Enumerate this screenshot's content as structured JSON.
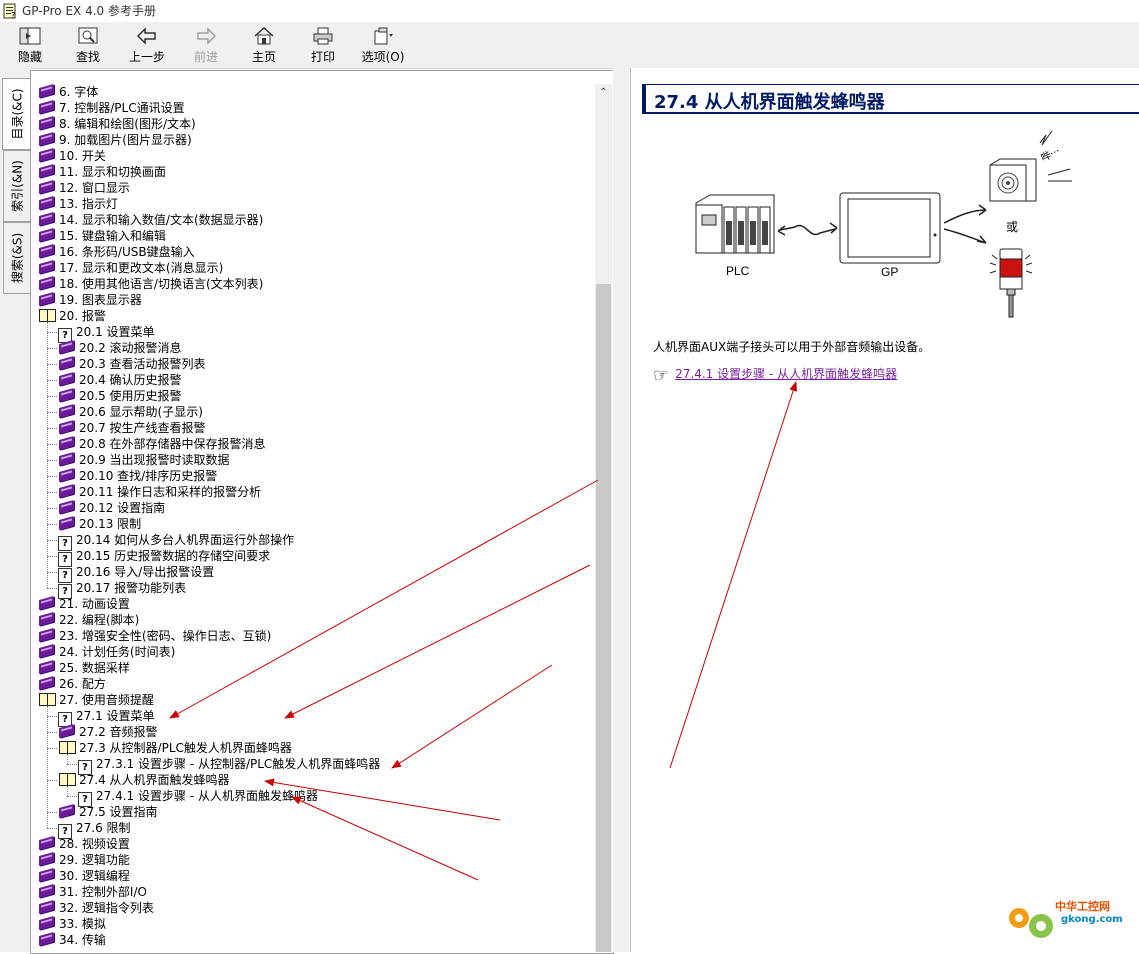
{
  "window": {
    "title": "GP-Pro EX 4.0 参考手册"
  },
  "toolbar": {
    "buttons": [
      {
        "label": "隐藏",
        "icon": "hide-icon",
        "enabled": true
      },
      {
        "label": "查找",
        "icon": "find-icon",
        "enabled": true
      },
      {
        "label": "上一步",
        "icon": "back-arrow-icon",
        "enabled": true
      },
      {
        "label": "前进",
        "icon": "forward-arrow-icon",
        "enabled": false
      },
      {
        "label": "主页",
        "icon": "home-icon",
        "enabled": true
      },
      {
        "label": "打印",
        "icon": "printer-icon",
        "enabled": true
      },
      {
        "label": "选项(O)",
        "icon": "options-icon",
        "enabled": true
      }
    ]
  },
  "tabs": [
    {
      "label": "目录(&C)",
      "active": true
    },
    {
      "label": "索引(&N)",
      "active": false
    },
    {
      "label": "搜索(&S)",
      "active": false
    }
  ],
  "tree": {
    "items": [
      {
        "text": "6. 字体",
        "level": 0,
        "icon": "book"
      },
      {
        "text": "7. 控制器/PLC通讯设置",
        "level": 0,
        "icon": "book"
      },
      {
        "text": "8. 编辑和绘图(图形/文本)",
        "level": 0,
        "icon": "book"
      },
      {
        "text": "9. 加载图片(图片显示器)",
        "level": 0,
        "icon": "book"
      },
      {
        "text": "10. 开关",
        "level": 0,
        "icon": "book"
      },
      {
        "text": "11. 显示和切换画面",
        "level": 0,
        "icon": "book"
      },
      {
        "text": "12. 窗口显示",
        "level": 0,
        "icon": "book"
      },
      {
        "text": "13. 指示灯",
        "level": 0,
        "icon": "book"
      },
      {
        "text": "14. 显示和输入数值/文本(数据显示器)",
        "level": 0,
        "icon": "book"
      },
      {
        "text": "15. 键盘输入和编辑",
        "level": 0,
        "icon": "book"
      },
      {
        "text": "16. 条形码/USB键盘输入",
        "level": 0,
        "icon": "book"
      },
      {
        "text": "17. 显示和更改文本(消息显示)",
        "level": 0,
        "icon": "book"
      },
      {
        "text": "18. 使用其他语言/切换语言(文本列表)",
        "level": 0,
        "icon": "book"
      },
      {
        "text": "19. 图表显示器",
        "level": 0,
        "icon": "book"
      },
      {
        "text": "20. 报警",
        "level": 0,
        "icon": "openbook"
      },
      {
        "text": "20.1 设置菜单",
        "level": 1,
        "icon": "q"
      },
      {
        "text": "20.2 滚动报警消息",
        "level": 1,
        "icon": "book"
      },
      {
        "text": "20.3 查看活动报警列表",
        "level": 1,
        "icon": "book"
      },
      {
        "text": "20.4 确认历史报警",
        "level": 1,
        "icon": "book"
      },
      {
        "text": "20.5 使用历史报警",
        "level": 1,
        "icon": "book"
      },
      {
        "text": "20.6 显示帮助(子显示)",
        "level": 1,
        "icon": "book"
      },
      {
        "text": "20.7 按生产线查看报警",
        "level": 1,
        "icon": "book"
      },
      {
        "text": "20.8 在外部存储器中保存报警消息",
        "level": 1,
        "icon": "book"
      },
      {
        "text": "20.9 当出现报警时读取数据",
        "level": 1,
        "icon": "book"
      },
      {
        "text": "20.10 查找/排序历史报警",
        "level": 1,
        "icon": "book"
      },
      {
        "text": "20.11 操作日志和采样的报警分析",
        "level": 1,
        "icon": "book"
      },
      {
        "text": "20.12 设置指南",
        "level": 1,
        "icon": "book"
      },
      {
        "text": "20.13 限制",
        "level": 1,
        "icon": "book"
      },
      {
        "text": "20.14 如何从多台人机界面运行外部操作",
        "level": 1,
        "icon": "q"
      },
      {
        "text": "20.15 历史报警数据的存储空间要求",
        "level": 1,
        "icon": "q"
      },
      {
        "text": "20.16 导入/导出报警设置",
        "level": 1,
        "icon": "q"
      },
      {
        "text": "20.17 报警功能列表",
        "level": 1,
        "icon": "q"
      },
      {
        "text": "21. 动画设置",
        "level": 0,
        "icon": "book"
      },
      {
        "text": "22. 编程(脚本)",
        "level": 0,
        "icon": "book"
      },
      {
        "text": "23. 增强安全性(密码、操作日志、互锁)",
        "level": 0,
        "icon": "book"
      },
      {
        "text": "24. 计划任务(时间表)",
        "level": 0,
        "icon": "book"
      },
      {
        "text": "25. 数据采样",
        "level": 0,
        "icon": "book"
      },
      {
        "text": "26. 配方",
        "level": 0,
        "icon": "book"
      },
      {
        "text": "27. 使用音频提醒",
        "level": 0,
        "icon": "openbook"
      },
      {
        "text": "27.1 设置菜单",
        "level": 1,
        "icon": "q"
      },
      {
        "text": "27.2 音频报警",
        "level": 1,
        "icon": "book"
      },
      {
        "text": "27.3 从控制器/PLC触发人机界面蜂鸣器",
        "level": 1,
        "icon": "openbook"
      },
      {
        "text": "27.3.1 设置步骤 - 从控制器/PLC触发人机界面蜂鸣器",
        "level": 2,
        "icon": "q"
      },
      {
        "text": "27.4 从人机界面触发蜂鸣器",
        "level": 1,
        "icon": "openbook"
      },
      {
        "text": "27.4.1 设置步骤 - 从人机界面触发蜂鸣器",
        "level": 2,
        "icon": "q"
      },
      {
        "text": "27.5 设置指南",
        "level": 1,
        "icon": "book"
      },
      {
        "text": "27.6 限制",
        "level": 1,
        "icon": "q"
      },
      {
        "text": "28. 视频设置",
        "level": 0,
        "icon": "book"
      },
      {
        "text": "29. 逻辑功能",
        "level": 0,
        "icon": "book"
      },
      {
        "text": "30. 逻辑编程",
        "level": 0,
        "icon": "book"
      },
      {
        "text": "31. 控制外部I/O",
        "level": 0,
        "icon": "book"
      },
      {
        "text": "32. 逻辑指令列表",
        "level": 0,
        "icon": "book"
      },
      {
        "text": "33. 模拟",
        "level": 0,
        "icon": "book"
      },
      {
        "text": "34. 传输",
        "level": 0,
        "icon": "book"
      }
    ]
  },
  "content": {
    "heading": "27.4 从人机界面触发蜂鸣器",
    "diagram": {
      "plc_label": "PLC",
      "gp_label": "GP",
      "or_label": "或",
      "beep_label": "哔⋯"
    },
    "paragraph": "人机界面AUX端子接头可以用于外部音频输出设备。",
    "link": "27.4.1 设置步骤 - 从人机界面触发蜂鸣器"
  },
  "watermark": {
    "line1": "中华工控网",
    "line2": "gkong.com"
  },
  "colors": {
    "heading": "#001a66",
    "link": "#7b1fa2",
    "annotation_arrow": "#cc0000"
  }
}
